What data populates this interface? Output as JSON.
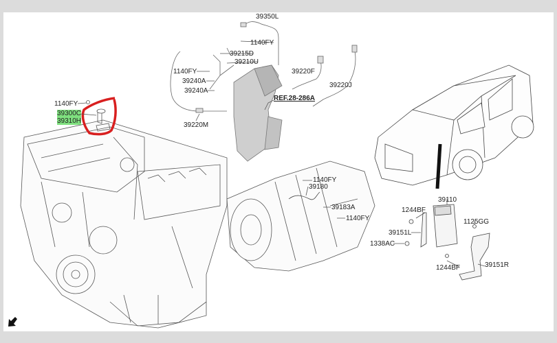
{
  "diagram": {
    "highlight_color": "#7fe07f",
    "circle_color": "#d81f1f",
    "labels": {
      "engine_bolt": "1140FY",
      "cam_sensor_a": "39300C",
      "cam_sensor_b": "39310H",
      "o2_sensor_top": "39350L",
      "bolt_cat_top": "1140FY",
      "bracket_d": "39215D",
      "sensor_u": "39210U",
      "bolt_cat_left": "1140FY",
      "hose_a1": "39240A",
      "hose_a2": "39240A",
      "ref": "REF.28-286A",
      "temp_sensor_f": "39220F",
      "temp_sensor_j": "39220J",
      "temp_sensor_m": "39220M",
      "trans_bolt_top": "1140FY",
      "trans_sensor": "39180",
      "trans_bracket": "39183A",
      "trans_bolt_bottom": "1140FY",
      "ecu": "39110",
      "ecu_bolt_top": "1244BF",
      "ecu_bolt_right": "1125GG",
      "bracket_left": "39151L",
      "nut": "1338AC",
      "ecu_bolt_bottom": "1244BF",
      "bracket_right": "39151R"
    },
    "nav_icon": "arrow-down-left-icon"
  }
}
